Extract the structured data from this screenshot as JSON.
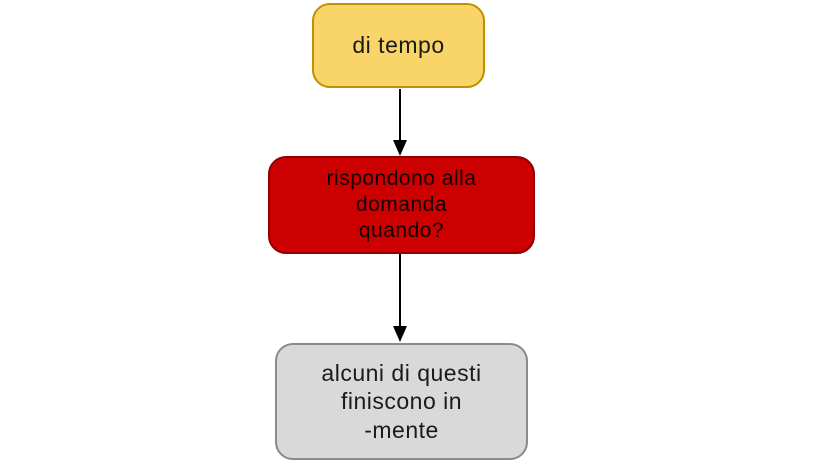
{
  "diagram": {
    "background_color": "#ffffff",
    "arrow_color": "#000000",
    "nodes": [
      {
        "id": "di-tempo",
        "label": "di tempo",
        "fill": "#f8d469",
        "border": "#bf9000",
        "text_color": "#1a1a1a"
      },
      {
        "id": "rispondono-alla-domanda-quando",
        "label": "rispondono alla\ndomanda\nquando?",
        "fill": "#cc0000",
        "border": "#8f0000",
        "text_color": "#150000"
      },
      {
        "id": "alcuni-di-questi-finiscono-in-mente",
        "label": "alcuni di questi\nfiniscono in\n-mente",
        "fill": "#d9d9d9",
        "border": "#8a8a8a",
        "text_color": "#1a1a1a"
      }
    ],
    "edges": [
      {
        "from": "di-tempo",
        "to": "rispondono-alla-domanda-quando"
      },
      {
        "from": "rispondono-alla-domanda-quando",
        "to": "alcuni-di-questi-finiscono-in-mente"
      }
    ]
  }
}
